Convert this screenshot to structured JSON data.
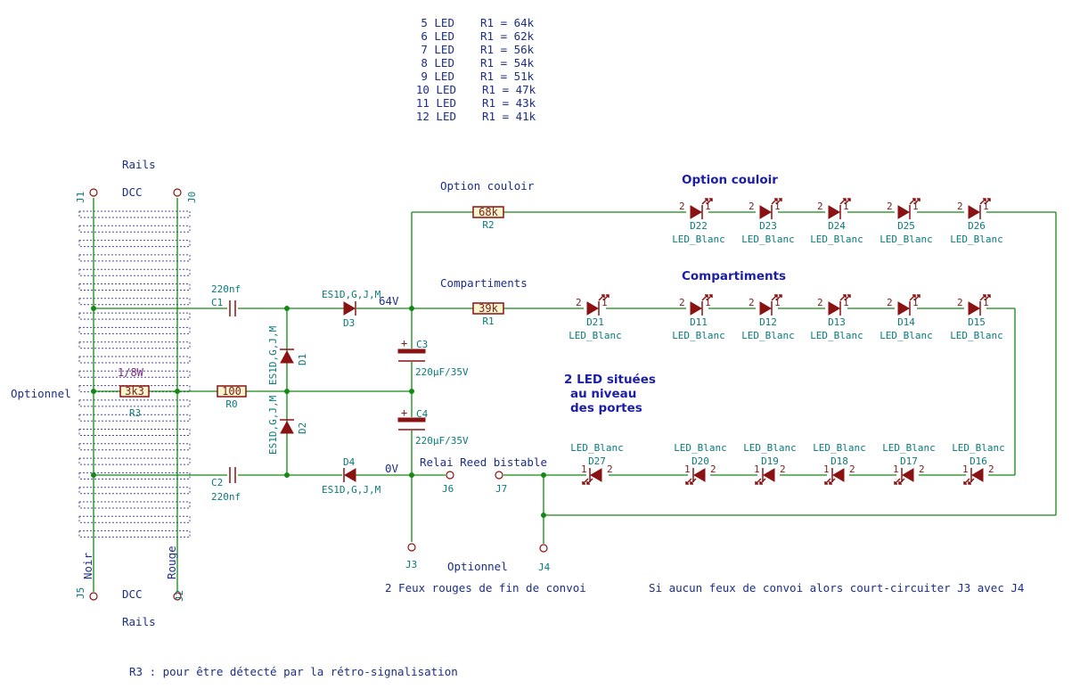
{
  "table": {
    "rows": [
      {
        "led": "5 LED",
        "r": "R1 = 64k"
      },
      {
        "led": "6 LED",
        "r": "R1 = 62k"
      },
      {
        "led": "7 LED",
        "r": "R1 = 56k"
      },
      {
        "led": "8 LED",
        "r": "R1 = 54k"
      },
      {
        "led": "9 LED",
        "r": "R1 = 51k"
      },
      {
        "led": "10 LED",
        "r": "R1 = 47k"
      },
      {
        "led": "11 LED",
        "r": "R1 = 43k"
      },
      {
        "led": "12 LED",
        "r": "R1 = 41k"
      }
    ]
  },
  "labels": {
    "rails_top": "Rails",
    "dcc_top": "DCC",
    "rails_bottom": "Rails",
    "dcc_bottom": "DCC",
    "noir": "Noir",
    "rouge": "Rouge",
    "optionnel_left": "Optionnel",
    "optionnel_bottom": "Optionnel",
    "note_r3": "R3 : pour être détecté par la rétro-signalisation",
    "feux": "2 Feux rouges de fin de convoi",
    "court_circuit": "Si aucun feux de convoi alors court-circuiter J3 avec J4",
    "option_couloir_net": "Option couloir",
    "compartiments_net": "Compartiments",
    "relai": "Relai Reed bistable",
    "v64": "64V",
    "v0": "0V",
    "option_couloir_title": "Option couloir",
    "compartiments_title": "Compartiments",
    "led_note_1": "2 LED situées",
    "led_note_2": "au niveau",
    "led_note_3": "des portes"
  },
  "connectors": {
    "j1": "J1",
    "j0": "J0",
    "j5": "J5",
    "j2": "J2",
    "j3": "J3",
    "j4": "J4",
    "j6": "J6",
    "j7": "J7"
  },
  "components": {
    "c1_ref": "C1",
    "c1_val": "220nf",
    "c2_ref": "C2",
    "c2_val": "220nf",
    "c3_ref": "C3",
    "c3_val": "220µF/35V",
    "c4_ref": "C4",
    "c4_val": "220µF/35V",
    "d1_ref": "D1",
    "d1_val": "ES1D,G,J,M",
    "d2_ref": "D2",
    "d2_val": "ES1D,G,J,M",
    "d3_ref": "D3",
    "d3_val": "ES1D,G,J,M",
    "d4_ref": "D4",
    "d4_val": "ES1D,G,J,M",
    "r0_ref": "R0",
    "r0_val": "100",
    "r1_ref": "R1",
    "r1_val": "39k",
    "r2_ref": "R2",
    "r2_val": "68k",
    "r3_ref": "R3",
    "r3_val": "3k3",
    "r3_power": "1/8W",
    "plus": "+",
    "led_value": "LED_Blanc",
    "pin1": "1",
    "pin2": "2"
  },
  "leds": {
    "row1": [
      "D22",
      "D23",
      "D24",
      "D25",
      "D26"
    ],
    "row2": [
      "D21",
      "D11",
      "D12",
      "D13",
      "D14",
      "D15"
    ],
    "row3": [
      "D27",
      "D20",
      "D19",
      "D18",
      "D17",
      "D16"
    ]
  },
  "colors": {
    "wire": "#138a13",
    "symbol": "#8a1212",
    "text": "#1c2e86",
    "ref": "#0a7a7a",
    "title": "#1c1ea8"
  }
}
